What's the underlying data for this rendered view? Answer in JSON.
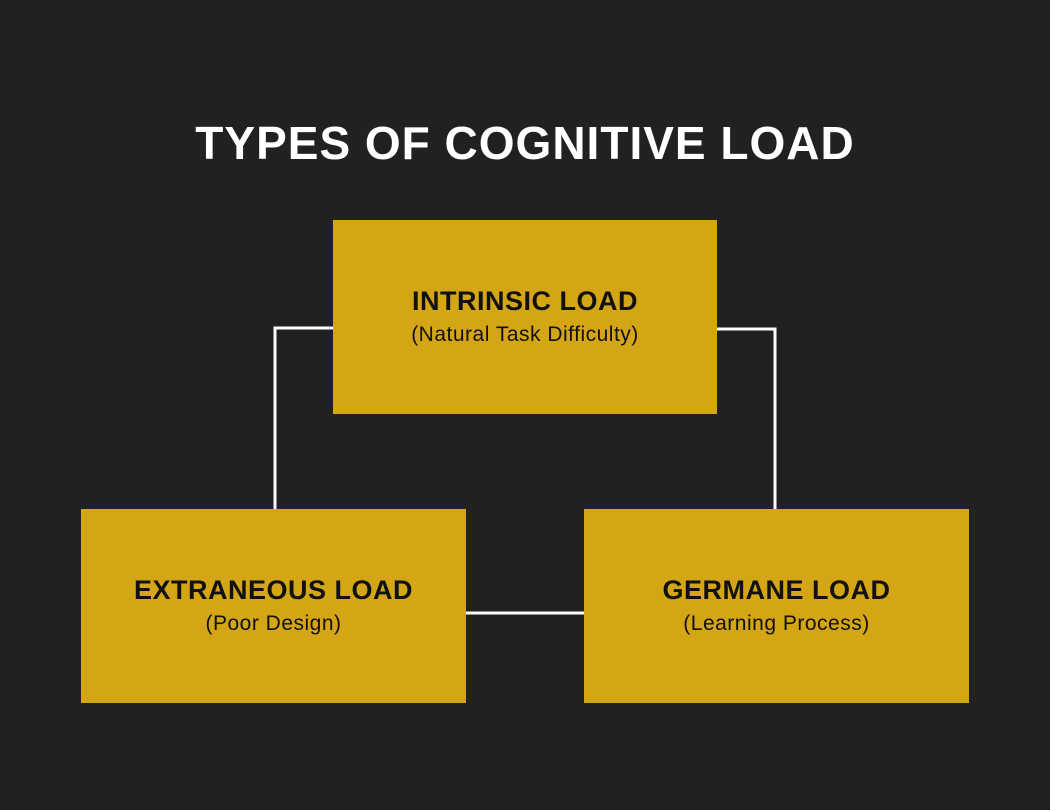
{
  "title": "TYPES OF COGNITIVE LOAD",
  "colors": {
    "background": "#212121",
    "box_fill": "#d4a515",
    "connector": "#ffffff",
    "title_text": "#ffffff",
    "box_text": "#111111"
  },
  "nodes": [
    {
      "id": "intrinsic",
      "title": "INTRINSIC LOAD",
      "subtitle": "(Natural Task Difficulty)"
    },
    {
      "id": "extraneous",
      "title": "EXTRANEOUS LOAD",
      "subtitle": "(Poor Design)"
    },
    {
      "id": "germane",
      "title": "GERMANE LOAD",
      "subtitle": "(Learning Process)"
    }
  ],
  "edges": [
    {
      "from": "intrinsic",
      "to": "extraneous"
    },
    {
      "from": "intrinsic",
      "to": "germane"
    },
    {
      "from": "extraneous",
      "to": "germane"
    }
  ]
}
